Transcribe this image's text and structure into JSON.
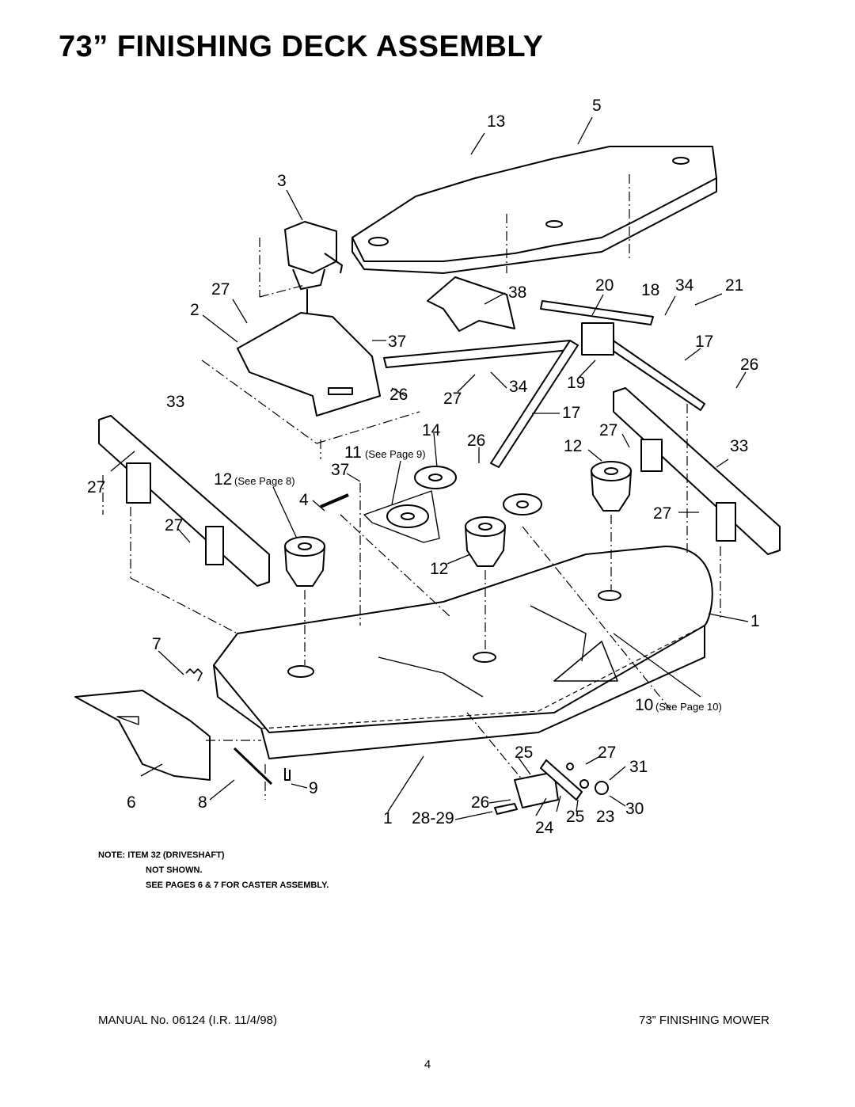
{
  "title": "73” FINISHING DECK ASSEMBLY",
  "callouts": {
    "c1": "1",
    "c1b": "1",
    "c2": "2",
    "c3": "3",
    "c4": "4",
    "c5": "5",
    "c6": "6",
    "c7": "7",
    "c8": "8",
    "c9": "9",
    "c10": "10",
    "c10_ref": "(See Page 10)",
    "c11": "11",
    "c11_ref": "(See Page 9)",
    "c12a": "12",
    "c12a_ref": "(See Page 8)",
    "c12b": "12",
    "c12c": "12",
    "c13": "13",
    "c14": "14",
    "c17a": "17",
    "c17b": "17",
    "c18": "18",
    "c19": "19",
    "c20": "20",
    "c21": "21",
    "c23": "23",
    "c24": "24",
    "c25a": "25",
    "c25b": "25",
    "c26a": "26",
    "c26b": "26",
    "c26c": "26",
    "c26d": "26",
    "c27a": "27",
    "c27b": "27",
    "c27c": "27",
    "c27d": "27",
    "c27e": "27",
    "c27f": "27",
    "c27g": "27",
    "c28_29": "28-29",
    "c30": "30",
    "c31": "31",
    "c33a": "33",
    "c33b": "33",
    "c34a": "34",
    "c34b": "34",
    "c37a": "37",
    "c37b": "37",
    "c38": "38"
  },
  "notes": [
    "NOTE: ITEM 32 (DRIVESHAFT)",
    "NOT SHOWN.",
    "SEE PAGES 6 & 7 FOR CASTER ASSEMBLY."
  ],
  "footer": {
    "manual": "MANUAL No. 06124 (I.R. 11/4/98)",
    "model": "73” FINISHING MOWER",
    "page": "4"
  }
}
